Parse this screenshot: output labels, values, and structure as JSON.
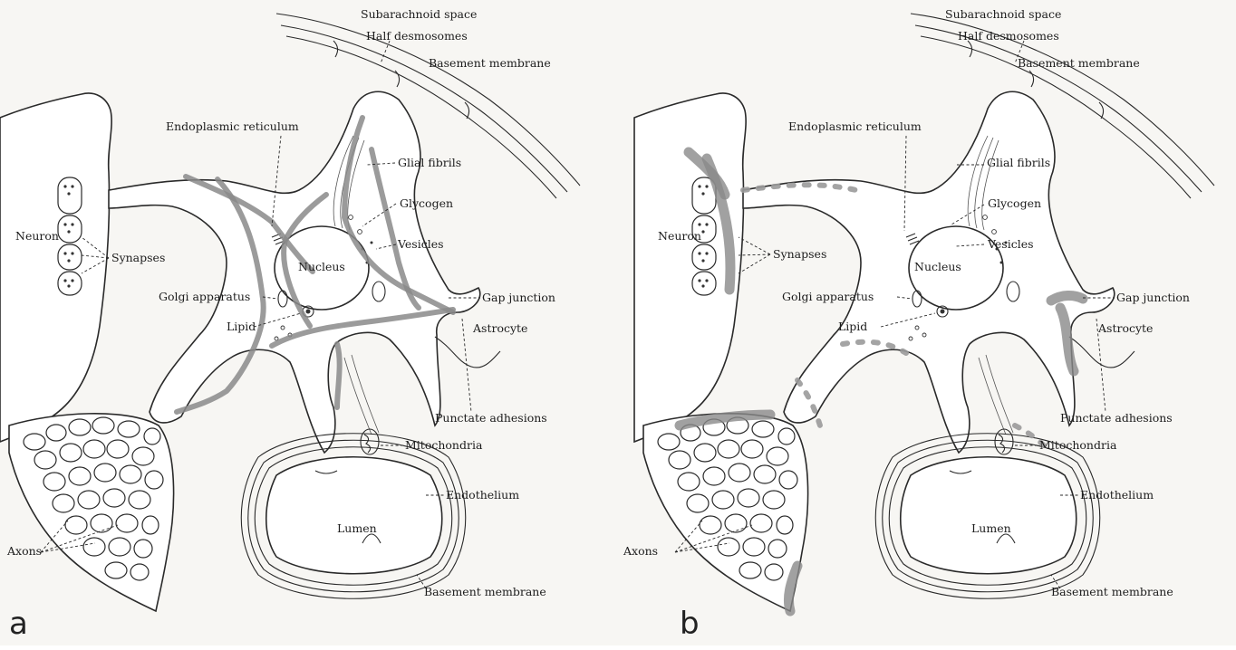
{
  "panels": [
    {
      "id": "a",
      "panel_label": "a",
      "labels": {
        "subarachnoid": "Subarachnoid space",
        "half_desmosomes": "Half desmosomes",
        "basement_top": "Basement membrane",
        "er": "Endoplasmic reticulum",
        "glial_fibrils": "Glial fibrils",
        "glycogen": "Glycogen",
        "neuron": "Neuron",
        "synapses": "Synapses",
        "vesicles": "Vesicles",
        "nucleus": "Nucleus",
        "golgi": "Golgi apparatus",
        "gap_junction": "Gap junction",
        "lipid": "Lipid",
        "astrocyte": "Astrocyte",
        "punctate": "Punctate adhesions",
        "mitochondria": "Mitochondria",
        "endothelium": "Endothelium",
        "lumen": "Lumen",
        "axons": "Axons",
        "basement_bottom": "Basement membrane"
      }
    },
    {
      "id": "b",
      "panel_label": "b",
      "labels": {
        "subarachnoid": "Subarachnoid space",
        "half_desmosomes": "Half desmosomes",
        "basement_top": "Basement membrane",
        "er": "Endoplasmic reticulum",
        "glial_fibrils": "Glial fibrils",
        "glycogen": "Glycogen",
        "neuron": "Neuron",
        "synapses": "Synapses",
        "vesicles": "Vesicles",
        "nucleus": "Nucleus",
        "golgi": "Golgi apparatus",
        "gap_junction": "Gap junction",
        "lipid": "Lipid",
        "astrocyte": "Astrocyte",
        "punctate": "Punctate adhesions",
        "mitochondria": "Mitochondria",
        "endothelium": "Endothelium",
        "lumen": "Lumen",
        "axons": "Axons",
        "basement_bottom": "Basement membrane"
      }
    }
  ],
  "colors": {
    "highlight": "#8a8a8a",
    "line": "#2a2a2a",
    "paper": "#f7f6f3"
  }
}
